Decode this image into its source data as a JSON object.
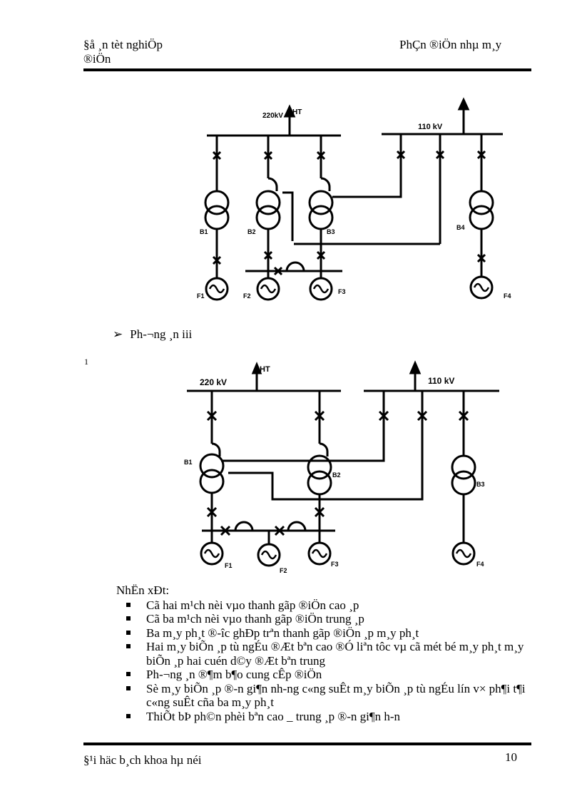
{
  "header": {
    "left_line1": "§å ¸n tèt nghiÖp",
    "left_line2": "®iÖn",
    "right": "PhÇn ®iÖn nhµ m¸y"
  },
  "diagram1": {
    "bus_high": "220kV",
    "grid": "HT",
    "bus_mid": "110 kV",
    "transformers": [
      "B1",
      "B2",
      "B3",
      "B4"
    ],
    "generators": [
      "F1",
      "F2",
      "F3",
      "F4"
    ]
  },
  "option": {
    "marker": "➢",
    "label": "Ph-¬ng ¸n iii"
  },
  "side_mark": "1",
  "diagram2": {
    "bus_high": "220 kV",
    "grid": "HT",
    "bus_mid": "110 kV",
    "transformers": [
      "B1",
      "B2",
      "B3"
    ],
    "generators": [
      "F1",
      "F2",
      "F3",
      "F4"
    ]
  },
  "remarks": {
    "heading": "NhËn xÐt:",
    "items": [
      "Cã hai m¹ch nèi vµo thanh gãp ®iÖn cao ¸p",
      "Cã ba m¹ch nèi vµo thanh gãp ®iÖn trung ¸p",
      "Ba m¸y ph¸t ®-îc ghÐp trªn thanh gãp ®iÖn ¸p m¸y ph¸t",
      "Hai m¸y biÕn ¸p tù ngÉu ®Æt bªn cao ®Ó liªn tôc vµ cã mét bé m¸y ph¸t m¸y biÕn ¸p hai cuén d©y ®Æt bªn trung",
      "Ph-¬ng ¸n ®¶m b¶o cung cÊp ®iÖn",
      "Sè m¸y biÕn ¸p ®-n gi¶n nh-ng c«ng suÊt m¸y biÕn ¸p tù ngÉu lín v× ph¶i t¶i c«ng suÊt cña ba m¸y ph¸t",
      "ThiÕt bÞ ph©n phèi bªn cao _ trung ¸p ®-n gi¶n h-n"
    ]
  },
  "footer": {
    "left": "§¹i häc b¸ch khoa hµ néi",
    "page": "10"
  }
}
